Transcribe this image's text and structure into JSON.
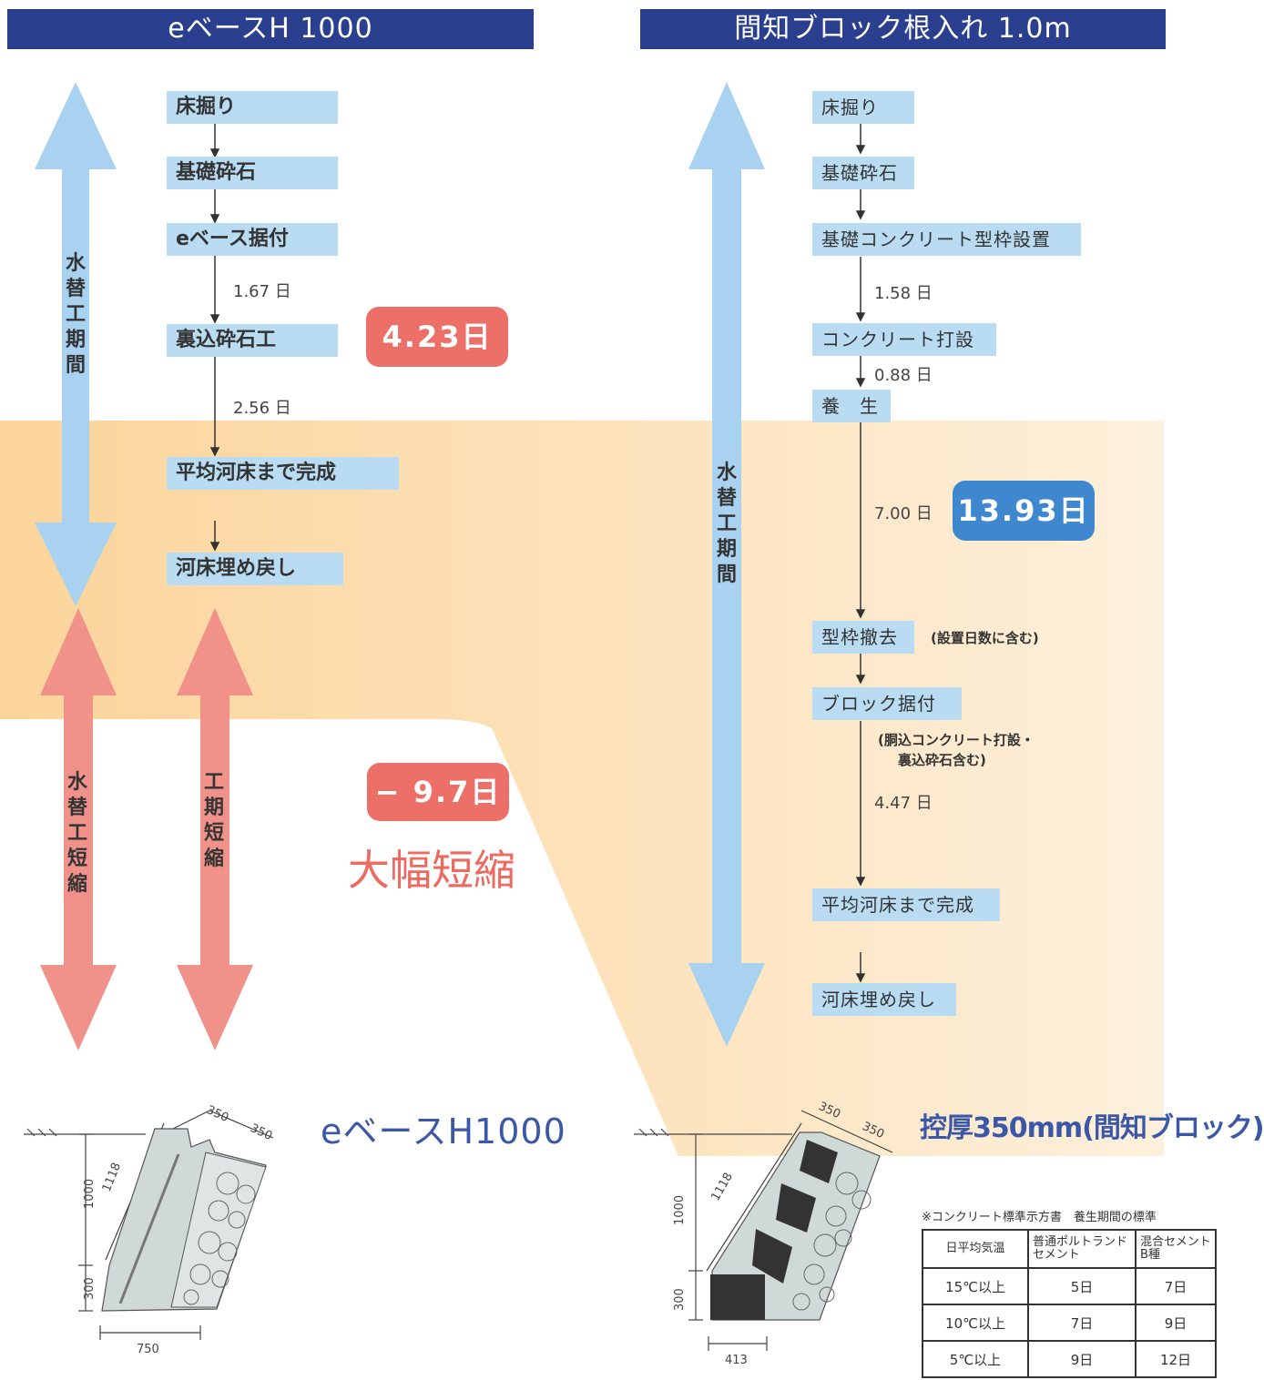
{
  "left": {
    "banner": "eベースH 1000",
    "steps": [
      "床掘り",
      "基礎砕石",
      "eベース据付",
      "裏込砕石工",
      "平均河床まで完成",
      "河床埋め戻し"
    ],
    "durations": [
      "1.67 日",
      "2.56 日"
    ],
    "total_badge": "4.23日",
    "period_label": "水替工期間",
    "shorten_labels": [
      "水替工短縮",
      "工期短縮"
    ],
    "reduction_badge": "− 9.7日",
    "reduction_text": "大幅短縮",
    "product_label": "eベースH1000",
    "section_dims": [
      "350",
      "350",
      "1118",
      "1000",
      "300",
      "750"
    ]
  },
  "right": {
    "banner": "間知ブロック根入れ 1.0m",
    "steps": [
      "床掘り",
      "基礎砕石",
      "基礎コンクリート型枠設置",
      "コンクリート打設",
      "養　生",
      "型枠撤去",
      "ブロック据付",
      "平均河床まで完成",
      "河床埋め戻し"
    ],
    "durations": [
      "1.58 日",
      "0.88 日",
      "7.00 日",
      "4.47 日"
    ],
    "total_badge": "13.93日",
    "period_label": "水替工期間",
    "form_note": "(設置日数に含む)",
    "block_note_1": "(胴込コンクリート打設・",
    "block_note_2": "裏込砕石含む)",
    "product_label": "控厚350mm(間知ブロック)",
    "section_dims": [
      "350",
      "350",
      "1118",
      "1000",
      "300",
      "413"
    ]
  },
  "curing_table": {
    "title": "※コンクリート標準示方書　養生期間の標準",
    "headers": [
      "日平均気温",
      "普通ポルトランド\nセメント",
      "混合セメント\nB種"
    ],
    "rows": [
      [
        "15℃以上",
        "5日",
        "7日"
      ],
      [
        "10℃以上",
        "7日",
        "9日"
      ],
      [
        "5℃以上",
        "9日",
        "12日"
      ]
    ]
  },
  "colors": {
    "banner": "#2b3f8f",
    "step": "#b9dcf3",
    "blue_arrow": "#a9d1f0",
    "red_arrow": "#f0928a",
    "red_badge": "#ec7068",
    "blue_badge": "#3f88cf",
    "band": "#fbd9a3"
  }
}
